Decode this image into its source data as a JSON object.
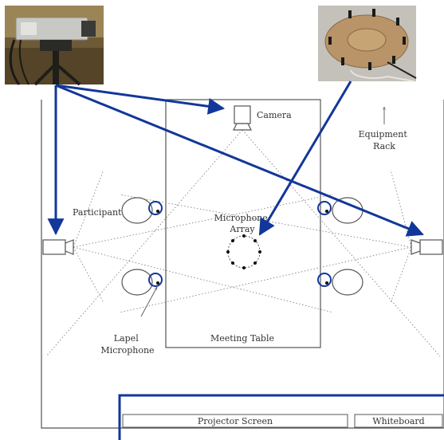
{
  "diagram": {
    "labels": {
      "camera": "Camera",
      "equipment_rack": [
        "Equipment",
        "Rack"
      ],
      "participant": "Participant",
      "microphone_array": [
        "Microphone",
        "Array"
      ],
      "lapel_microphone": [
        "Lapel",
        "Microphone"
      ],
      "meeting_table": "Meeting Table",
      "projector_screen": "Projector Screen",
      "whiteboard": "Whiteboard"
    },
    "photos": {
      "camera_photo": "video camera on tripod",
      "array_photo": "circular microphone array"
    },
    "colors": {
      "callout_arrow": "#12379a",
      "lines": "#555555",
      "text": "#333333",
      "lapel_ring": "#12379a"
    }
  }
}
